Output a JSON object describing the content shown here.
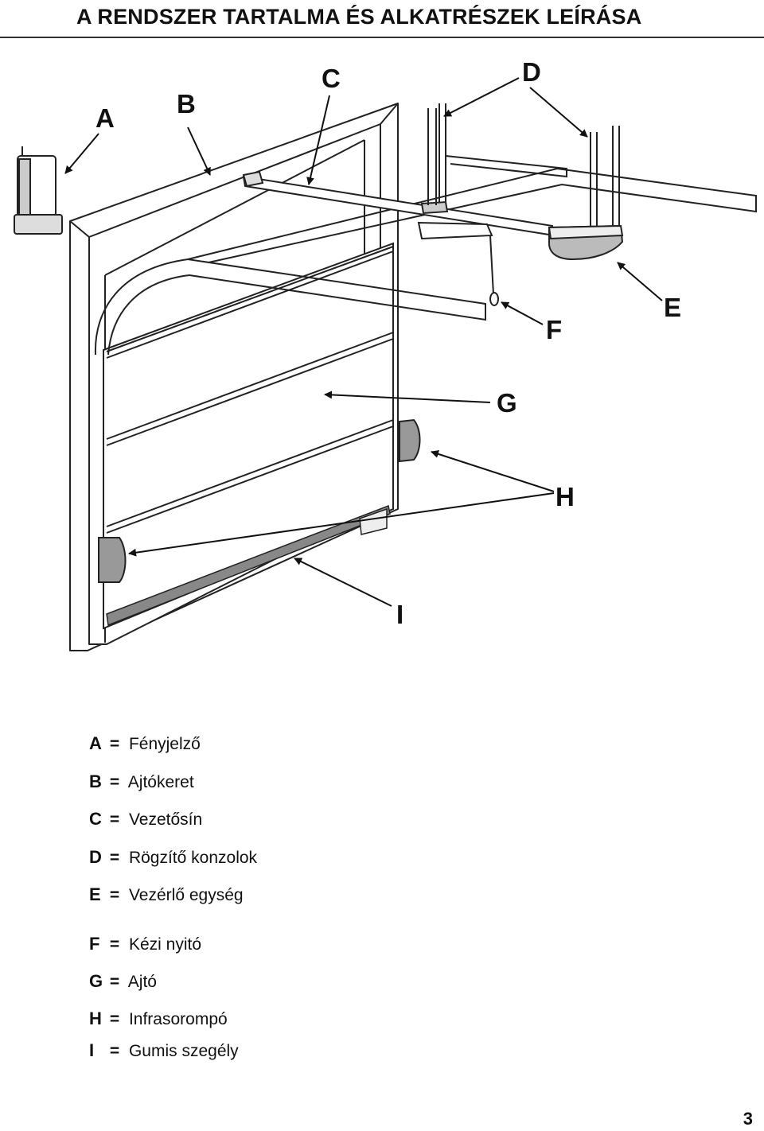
{
  "page": {
    "title": "A RENDSZER TARTALMA ÉS ALKATRÉSZEK LEÍRÁSA",
    "page_number": "3"
  },
  "callouts": {
    "A": "A",
    "B": "B",
    "C": "C",
    "D": "D",
    "E": "E",
    "F": "F",
    "G": "G",
    "H": "H",
    "I": "I"
  },
  "legend": {
    "equals": "=",
    "items": [
      {
        "key": "A",
        "label": "Fényjelző"
      },
      {
        "key": "B",
        "label": "Ajtókeret"
      },
      {
        "key": "C",
        "label": "Vezetősín"
      },
      {
        "key": "D",
        "label": "Rögzítő konzolok"
      },
      {
        "key": "E",
        "label": "Vezérlő egység"
      },
      {
        "key": "F",
        "label": "Kézi nyitó"
      },
      {
        "key": "G",
        "label": "Ajtó"
      },
      {
        "key": "H",
        "label": "Infrasorompó"
      },
      {
        "key": "I",
        "label": "Gumis szegély"
      }
    ]
  }
}
